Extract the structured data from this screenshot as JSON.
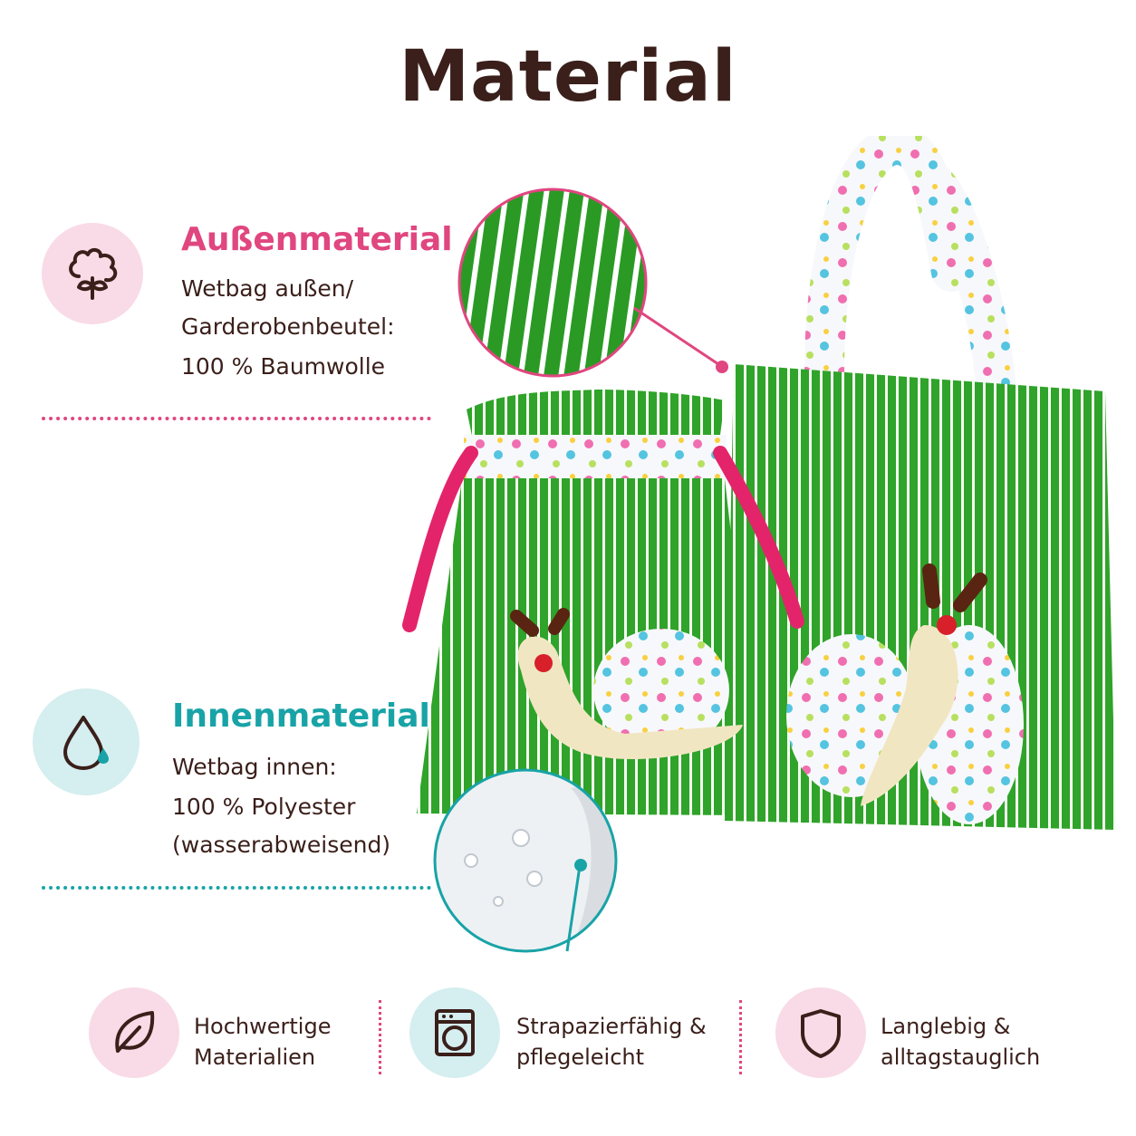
{
  "title": "Material",
  "outer": {
    "heading": "Außenmaterial",
    "line1": "Wetbag außen/",
    "line2": "Garderobenbeutel:",
    "value": "100 % Baumwolle"
  },
  "inner": {
    "heading": "Innenmaterial",
    "line1": "Wetbag innen:",
    "value": "100 % Polyester",
    "value2": "(wasserabweisend)"
  },
  "features": [
    {
      "line1": "Hochwertige",
      "line2": "Materialien",
      "icon": "leaf-icon"
    },
    {
      "line1": "Strapazierfähig &",
      "line2": "pflegeleicht",
      "icon": "washing-machine-icon"
    },
    {
      "line1": "Langlebig &",
      "line2": "alltagstauglich",
      "icon": "shield-icon"
    }
  ],
  "colors": {
    "pink_accent": "#e0467f",
    "teal_accent": "#18a3a7",
    "text_dark": "#3a1f1a",
    "fabric_green": "#2fa32a"
  }
}
